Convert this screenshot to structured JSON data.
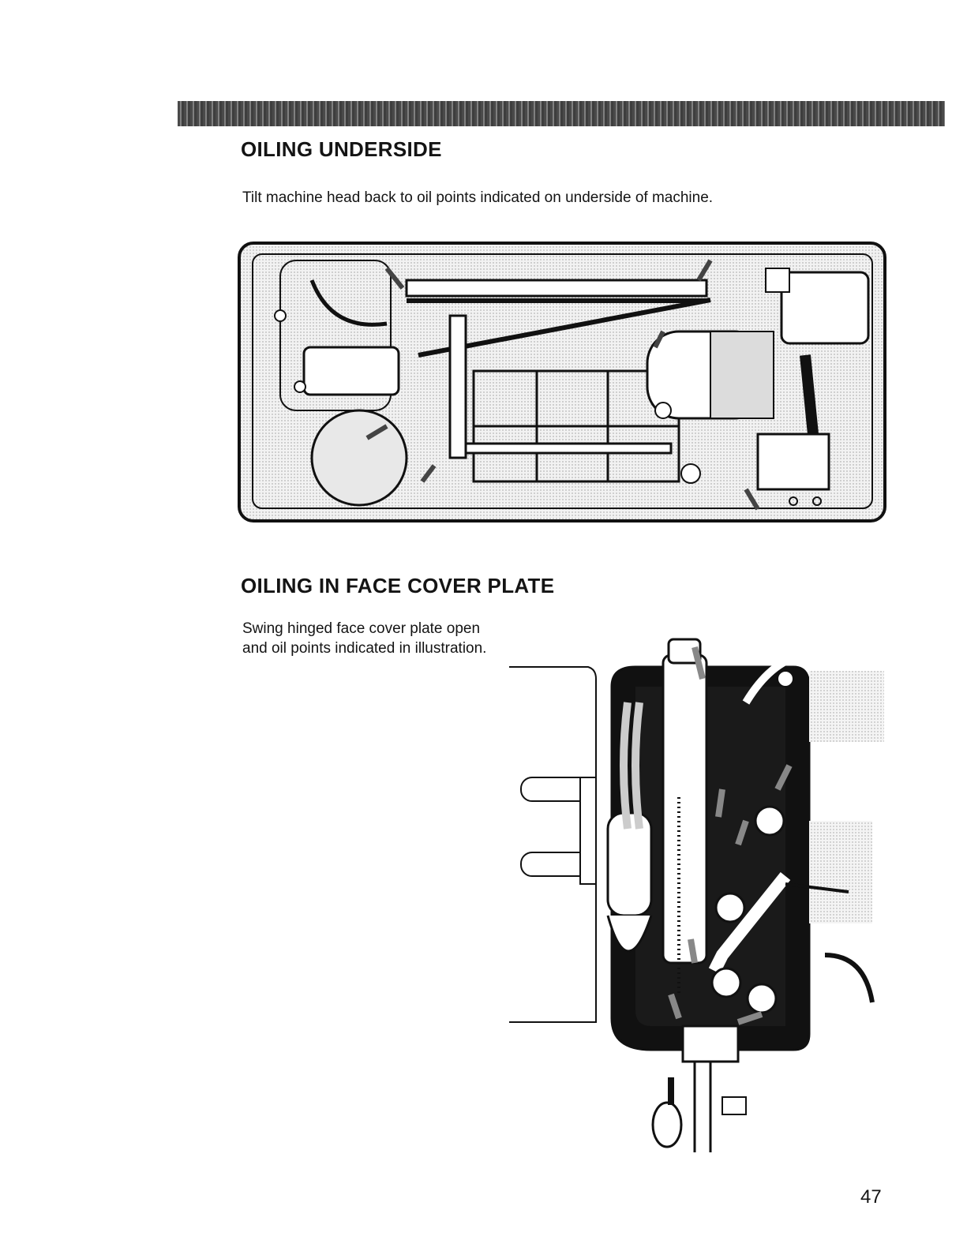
{
  "sections": [
    {
      "heading": "OILING UNDERSIDE",
      "text": "Tilt machine head back to oil points indicated on underside of machine."
    },
    {
      "heading": "OILING IN FACE COVER PLATE",
      "text": "Swing hinged face cover plate open and oil points indicated in illustration."
    }
  ],
  "page_number": "47"
}
